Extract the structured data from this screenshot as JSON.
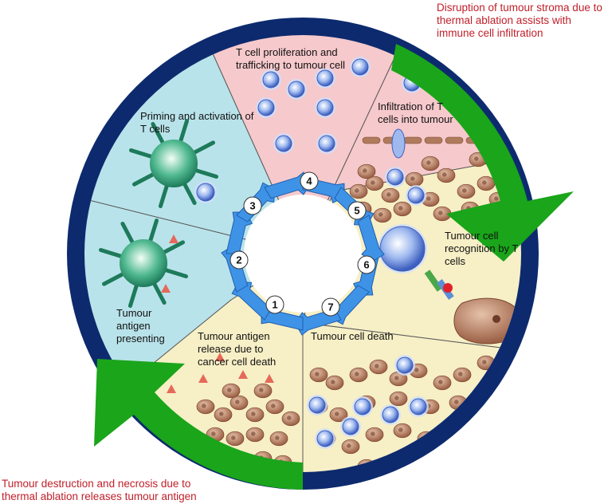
{
  "annotations": {
    "top_right": "Disruption of tumour stroma due to thermal ablation assists with immune cell infiltration",
    "bottom_left": "Tumour destruction and necrosis due to thermal ablation releases tumour antigen"
  },
  "sectors": [
    {
      "step": "1",
      "label": "Tumour antigen release due to cancer cell death",
      "color": "#f7efc6"
    },
    {
      "step": "2",
      "label": "Tumour antigen presenting",
      "color": "#b9e3ea"
    },
    {
      "step": "3",
      "label": "Priming and activation of T cells",
      "color": "#b9e3ea"
    },
    {
      "step": "4",
      "label": "T cell proliferation and trafficking to tumour cell",
      "color": "#f6c9cc"
    },
    {
      "step": "5",
      "label": "Infiltration of T cells into tumour",
      "color": "#f6c9cc"
    },
    {
      "step": "6",
      "label": "Tumour cell recognition by T cells",
      "color": "#f7efc6"
    },
    {
      "step": "7",
      "label": "Tumour cell death",
      "color": "#f7efc6"
    }
  ],
  "colors": {
    "outer_ring": "#0d2a6e",
    "green_arrow": "#1aa51a",
    "cycle_arrow": "#3f93e6",
    "annotation_text": "#c0202a",
    "t_cell": "#6a8fd8",
    "tumour_cell": "#b47a5c"
  },
  "icons": [
    "dendritic-cell-icon",
    "t-cell-icon",
    "tumour-cell-icon",
    "antigen-icon",
    "cycle-arrow-icon"
  ]
}
